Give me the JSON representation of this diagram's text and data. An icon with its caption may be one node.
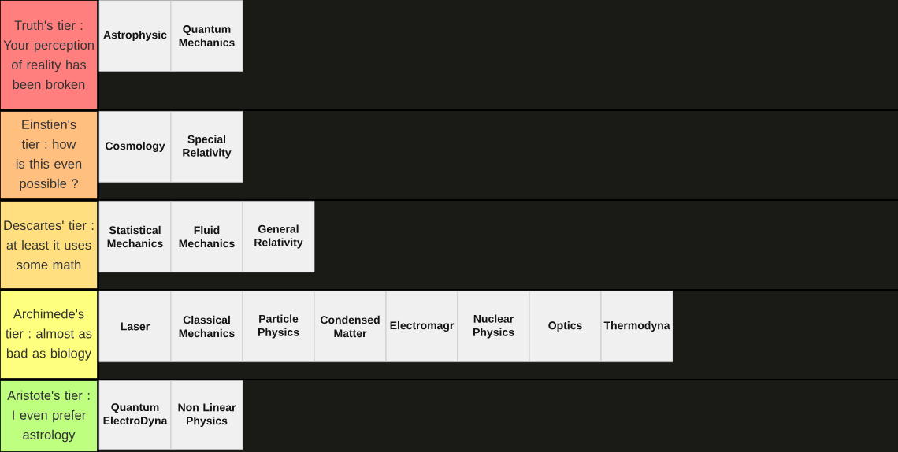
{
  "diagram": {
    "nodes": [
      {
        "text": [
          "Truth's tier : Your perception of reality has been broken"
        ]
      },
      {
        "text": [
          "Astrophysic"
        ],
        "in": 0
      },
      {
        "text": [
          "Quantum Mechanics"
        ],
        "in": 0
      },
      {
        "text": [
          "Einstien's tier : how is this even possible ?"
        ]
      },
      {
        "text": [
          "Cosmology"
        ],
        "in": 3
      },
      {
        "text": [
          "Special Relativity"
        ],
        "in": 3
      },
      {
        "text": [
          "Descartes' tier : at least it uses some math"
        ]
      },
      {
        "text": [
          "Statistical Mechanics"
        ],
        "in": 6
      },
      {
        "text": [
          "Fluid Mechanics"
        ],
        "in": 6
      },
      {
        "text": [
          "General Relativity"
        ],
        "in": 6
      },
      {
        "text": [
          "Archimede's tier : almost as bad as biology"
        ]
      },
      {
        "text": [
          "Laser"
        ],
        "in": 10
      },
      {
        "text": [
          "Classical Mechanics"
        ],
        "in": 10
      },
      {
        "text": [
          "Particle Physics"
        ],
        "in": 10
      },
      {
        "text": [
          "Condensed Matter"
        ],
        "in": 10
      },
      {
        "text": [
          "Electromagr"
        ],
        "in": 10
      },
      {
        "text": [
          "Nuclear Physics"
        ],
        "in": 10
      },
      {
        "text": [
          "Optics"
        ],
        "in": 10
      },
      {
        "text": [
          "Thermodyna"
        ],
        "in": 10
      },
      {
        "text": [
          "Aristote's tier : I even prefer astrology"
        ]
      },
      {
        "text": [
          "Quantum ElectroDyna"
        ],
        "in": 19
      },
      {
        "text": [
          "Non Linear Physics"
        ],
        "in": 19
      }
    ]
  }
}
